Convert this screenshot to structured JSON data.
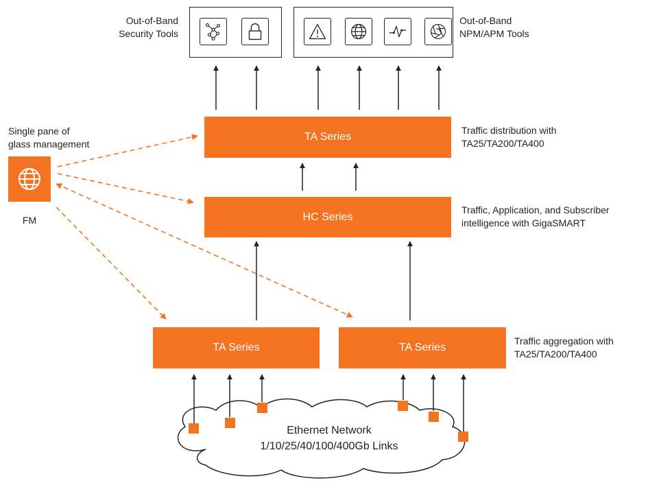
{
  "colors": {
    "accent": "#F47321",
    "line": "#222222",
    "dashed": "#F47321"
  },
  "tools": {
    "security_label_line1": "Out-of-Band",
    "security_label_line2": "Security Tools",
    "npm_label_line1": "Out-of-Band",
    "npm_label_line2": "NPM/APM Tools",
    "security_icons": [
      "network-nodes-icon",
      "lock-icon"
    ],
    "npm_icons": [
      "warning-icon",
      "globe-icon",
      "waveform-icon",
      "aperture-icon"
    ]
  },
  "management": {
    "label_line1": "Single pane of",
    "label_line2": "glass management",
    "fm_label": "FM",
    "fm_icon": "globe-icon"
  },
  "devices": {
    "ta_top": "TA Series",
    "hc": "HC Series",
    "ta_left": "TA Series",
    "ta_right": "TA Series"
  },
  "descriptions": {
    "ta_top_line1": "Traffic distribution with",
    "ta_top_line2": "TA25/TA200/TA400",
    "hc_line1": "Traffic, Application, and Subscriber",
    "hc_line2": "intelligence with GigaSMART",
    "ta_bottom_line1": "Traffic aggregation with",
    "ta_bottom_line2": "TA25/TA200/TA400"
  },
  "network": {
    "line1": "Ethernet Network",
    "line2": "1/10/25/40/100/400Gb Links"
  }
}
